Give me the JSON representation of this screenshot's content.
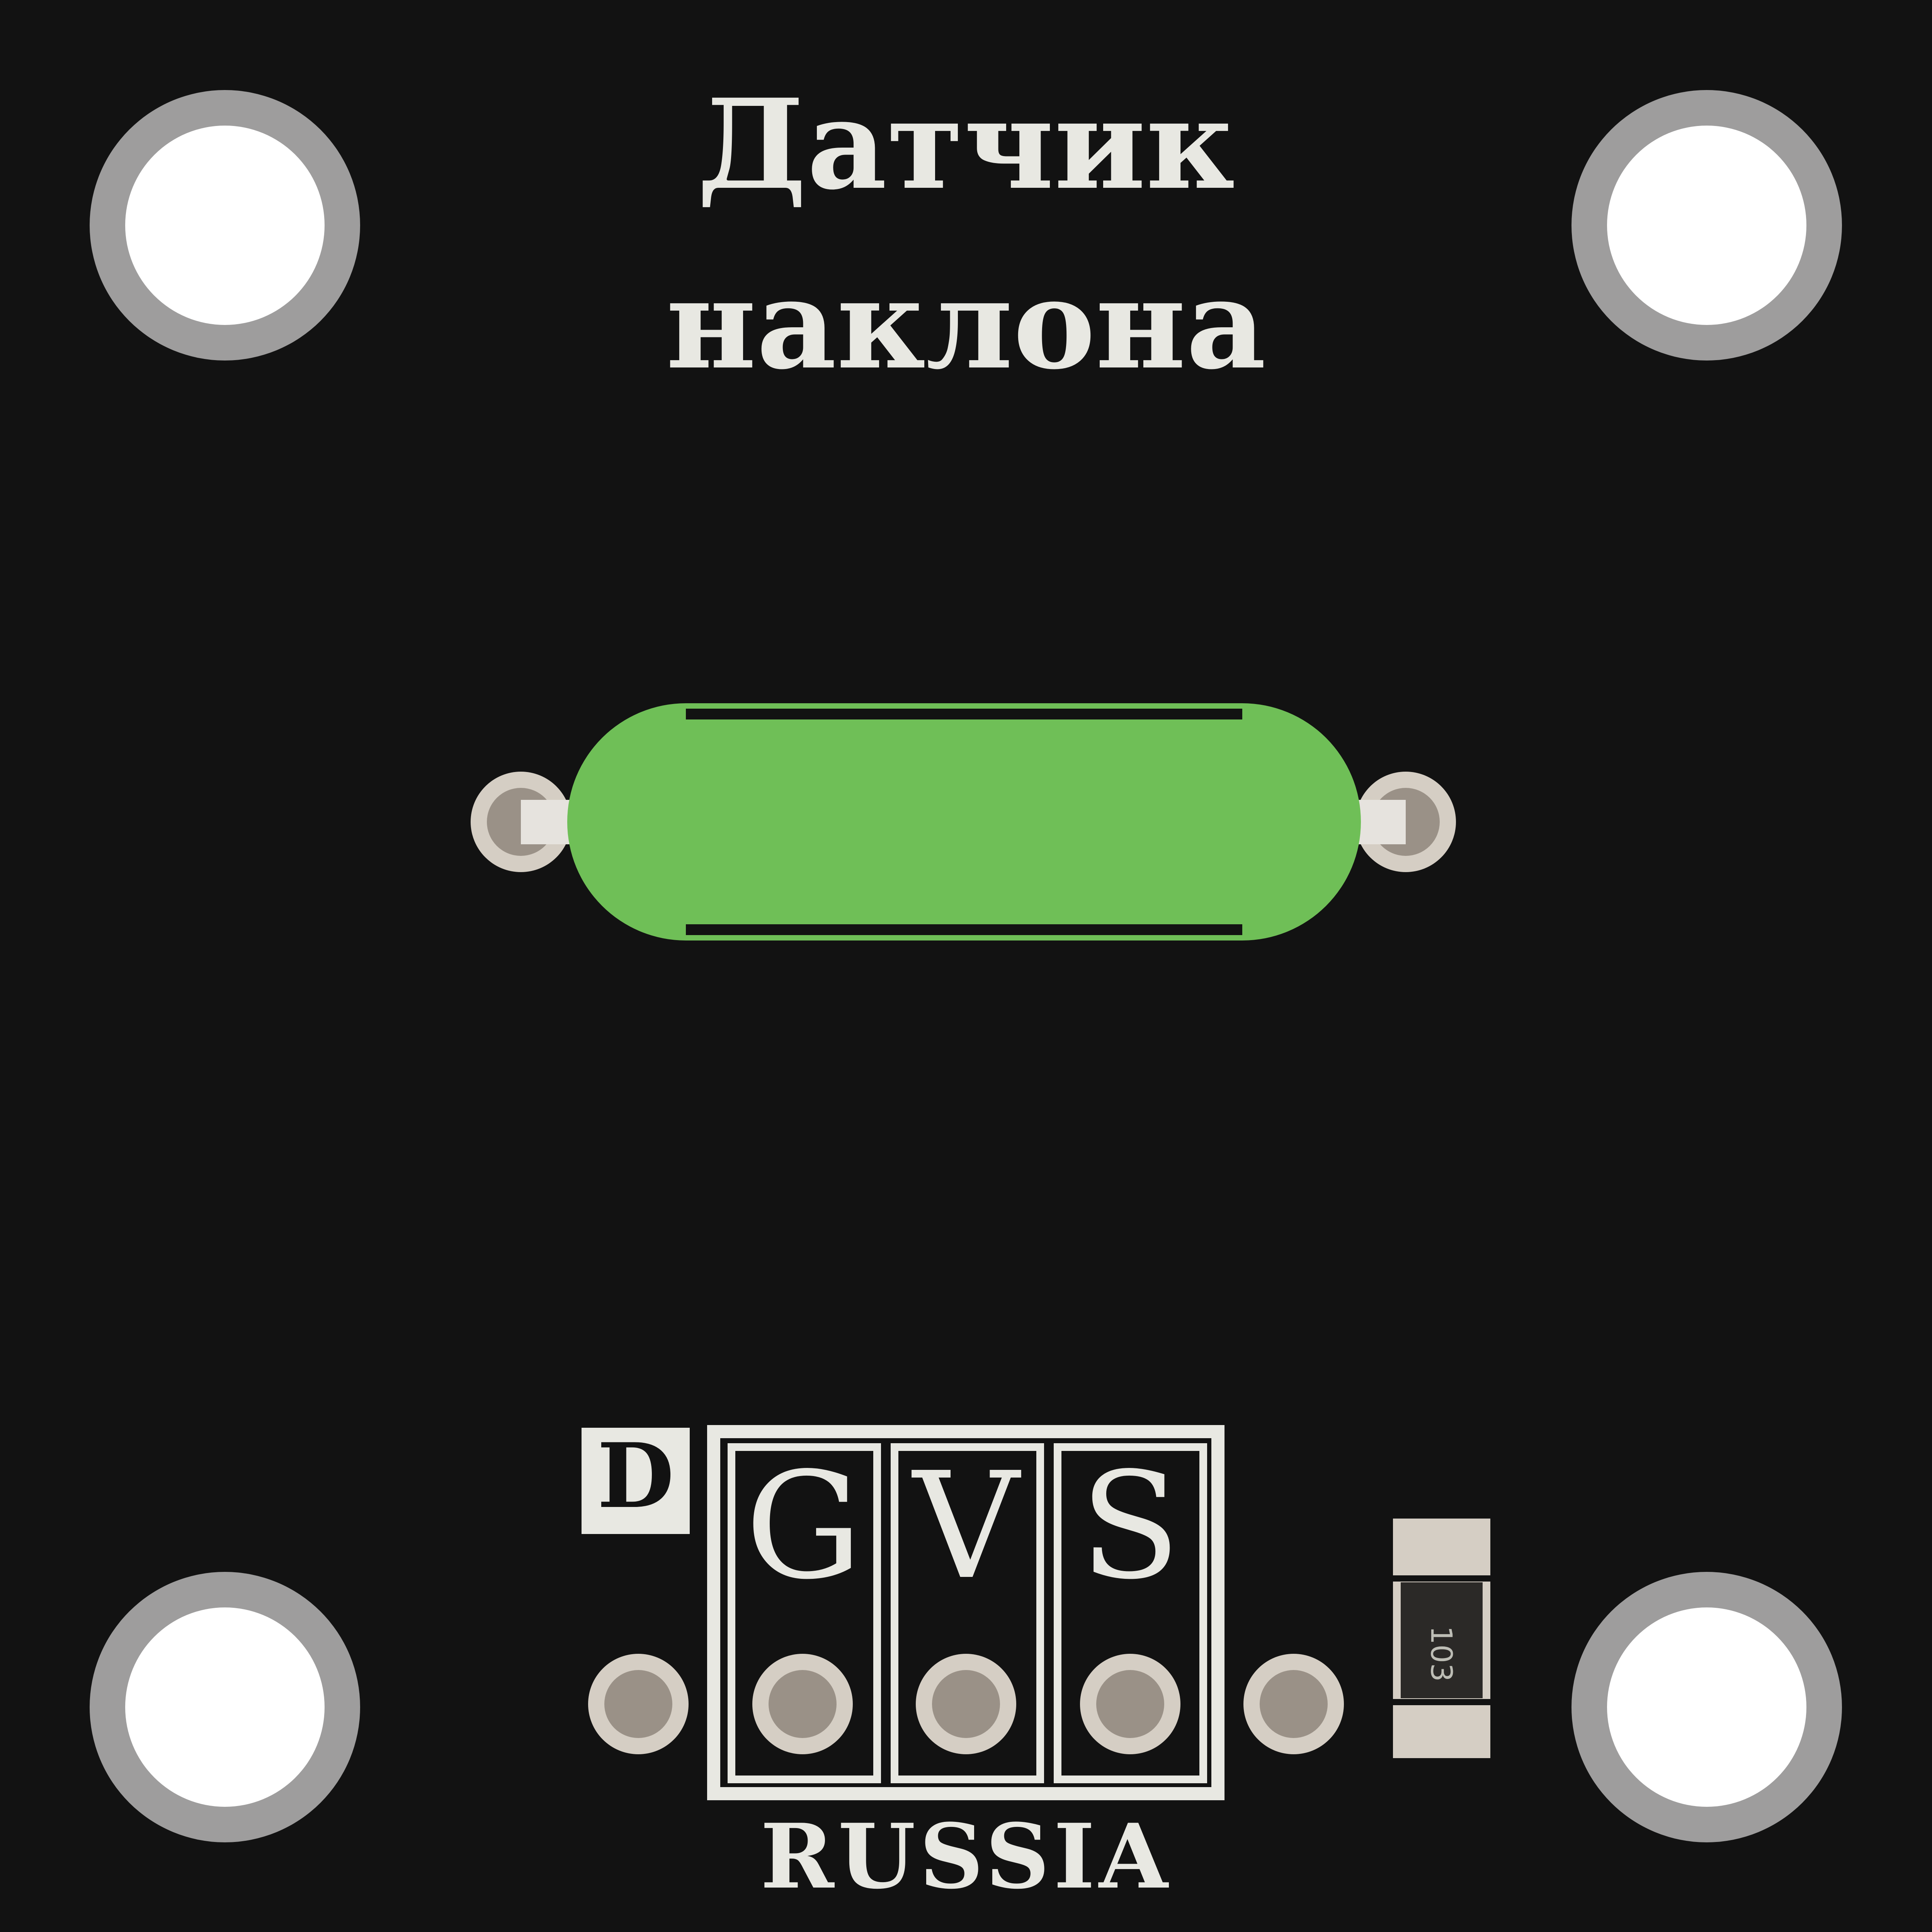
{
  "title": {
    "line1": "Датчик",
    "line2": "наклона"
  },
  "badge": {
    "text": "D"
  },
  "pins": {
    "g": "G",
    "v": "V",
    "s": "S"
  },
  "resistor": {
    "code": "103"
  },
  "footer": {
    "country": "RUSSIA"
  },
  "colors": {
    "board": "#121212",
    "silkscreen": "#e8e8e2",
    "sensor": "#6fbf57",
    "pad": "#d5cec4",
    "pad_hole": "#9a9187",
    "mount_ring": "#9e9d9d",
    "mount_hole": "#ffffff"
  }
}
